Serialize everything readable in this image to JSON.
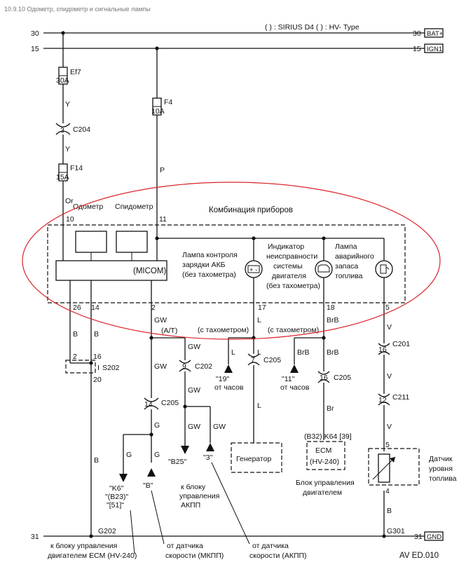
{
  "header": {
    "title": "10.9.10 Одометр, спидометр и сигнальные лампы"
  },
  "legend": "( ) : SIRIUS D4   ( ) : HV- Type",
  "rails": {
    "r30_left": "30",
    "r30_right": "30",
    "r30_tag": "BAT+",
    "r15_left": "15",
    "r15_right": "15",
    "r15_tag": "IGN1",
    "r31_left": "31",
    "r31_right": "31",
    "r31_tag": "GND"
  },
  "fuses": {
    "ef7_name": "Ef7",
    "ef7_rating": "30A",
    "f4_name": "F4",
    "f4_rating": "10A",
    "f14_name": "F14",
    "f14_rating": "15A"
  },
  "connectors": {
    "c204": "C204",
    "c204_pin": "3",
    "c202": "C202",
    "c202_pin": "9",
    "c205_a": "C205",
    "c205_a_pin": "14",
    "c205_b": "C205",
    "c205_b_pin": "7",
    "c205_c": "C205",
    "c205_c_pin": "16",
    "c201": "C201",
    "c201_pin": "16",
    "c211": "C211",
    "c211_pin": "12",
    "s202": "S202",
    "s202_p2": "2",
    "s202_p16": "16",
    "s202_p20": "20",
    "s202_mark": "I",
    "g202": "G202",
    "g301": "G301"
  },
  "wires": {
    "y1": "Y",
    "y2": "Y",
    "or": "Or",
    "p": "P",
    "b1": "B",
    "b2": "B",
    "b3": "B",
    "b4": "B",
    "gw1": "GW",
    "gw2": "GW",
    "gw3": "GW",
    "gw4": "GW",
    "gw5": "GW",
    "g1": "G",
    "g2": "G",
    "g3": "G",
    "l1": "L",
    "l2": "L",
    "l3": "L",
    "l4": "L",
    "brb1": "BrB",
    "brb2": "BrB",
    "brb3": "BrB",
    "br": "Br",
    "v1": "V",
    "v2": "V",
    "v3": "V",
    "b5": "B"
  },
  "cluster": {
    "title": "Комбинация приборов",
    "odometer": "Одометр",
    "speedometer": "Спидометр",
    "micom": "(MICOM)",
    "pin10": "10",
    "pin11": "11",
    "pin26": "26",
    "pin14": "14",
    "pin2": "2",
    "pin17": "17",
    "pin18": "18",
    "pin5": "5",
    "lamp1": [
      "Лампа контроля",
      "зарядки АКБ",
      "(без тахометра)"
    ],
    "lamp2": [
      "Индикатор",
      "неисправности",
      "системы",
      "двигателя",
      "(без тахометра)"
    ],
    "lamp3": [
      "Лампа",
      "аварийного",
      "запаса",
      "топлива"
    ]
  },
  "labels": {
    "at": "(A/T)",
    "with_tacho1": "(с тахометром)",
    "with_tacho2": "(с тахометром)",
    "pin19": "\"19\"",
    "from_clock1": "от часов",
    "pin11b": "\"11\"",
    "from_clock2": "от часов",
    "k6": "\"K6\"",
    "b23": "\"(B23)\"",
    "p51": "\"[51]\"",
    "pin_b": "\"B\"",
    "b25": "\"B25\"",
    "pin3": "\"3\"",
    "to_tcu": [
      "к блоку",
      "управления",
      "АКПП"
    ],
    "generator": "Генератор",
    "ecm_pins": "(B32)  K64  [39]",
    "ecm": "ECM",
    "ecm_type": "(HV-240)",
    "engine_unit": [
      "Блок управления",
      "двигателем"
    ],
    "sensor": [
      "Датчик",
      "уровня",
      "топлива"
    ],
    "sensor_p5": "5",
    "sensor_p4": "4",
    "to_ecm": [
      "к блоку управления",
      "двигателем ECM (HV-240)"
    ],
    "speed_mt": [
      "от датчика",
      "скорости (МКПП)"
    ],
    "speed_at": [
      "от датчика",
      "скорости (АКПП)"
    ],
    "code": "AV ED.010",
    "battery_glyph": "+ -"
  },
  "colors": {
    "highlight": "#d9252a",
    "ink": "#111111"
  }
}
